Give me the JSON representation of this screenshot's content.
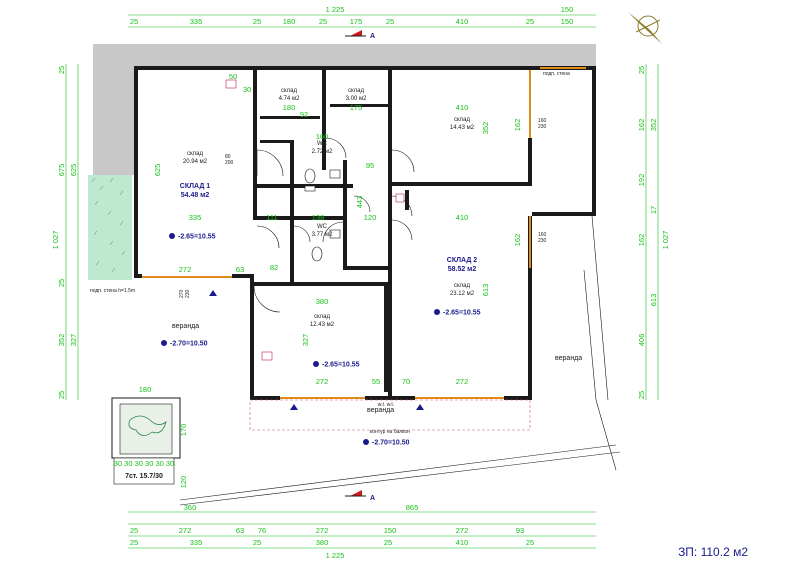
{
  "dims_top_total": "1 225",
  "dims_top_right": "150",
  "dims_top": [
    "25",
    "335",
    "25",
    "180",
    "25",
    "175",
    "25",
    "410",
    "25",
    "150"
  ],
  "dims_bottom_total": "1 225",
  "dims_bottom_865": "865",
  "dims_bottom_360": "360",
  "dims_bottom_1": [
    "25",
    "272",
    "63",
    "76",
    "272",
    "150",
    "272",
    "93"
  ],
  "dims_bottom_2": [
    "25",
    "335",
    "25",
    "380",
    "25",
    "410",
    "25"
  ],
  "dims_left_outer": [
    "25",
    "675",
    "25",
    "352",
    "25"
  ],
  "dims_left_inner": [
    "625",
    "1 027",
    "327"
  ],
  "dims_right_outer": [
    "25",
    "162",
    "352",
    "162",
    "1 027"
  ],
  "dims_right_inner": [
    "192",
    "17",
    "613",
    "406",
    "25"
  ],
  "section_mark": "A",
  "rooms": {
    "r1": {
      "name": "склад",
      "area": "20.94 м2"
    },
    "r2": {
      "name": "склад",
      "area": "4.74 м2"
    },
    "r3": {
      "name": "склад",
      "area": "3.00 м2"
    },
    "r4": {
      "name": "склад",
      "area": "14.43 м2"
    },
    "wc1": {
      "name": "WC",
      "area": "2.72 м2"
    },
    "wc2": {
      "name": "WC",
      "area": "3.77 м2"
    },
    "r5": {
      "name": "склад",
      "area": "23.12 м2"
    },
    "r6": {
      "name": "склад",
      "area": "12.43 м2"
    },
    "sklad1": {
      "name": "СКЛАД 1",
      "area": "54.48 м2"
    },
    "sklad2": {
      "name": "СКЛАД 2",
      "area": "58.52 м2"
    }
  },
  "elevations": {
    "e1": "-2.65=10.55",
    "e2": "-2.65=10.55",
    "e3": "-2.65=10.55",
    "e4": "-2.70=10.50",
    "e5": "-2.70=10.50"
  },
  "labels": {
    "podp_stena": "подп. стена",
    "podp_stena_h": "подп. стена h=1.5m",
    "veranda_left": "веранда",
    "veranda_bottom": "веранда",
    "veranda_right": "веранда",
    "balcony": "контур на балкон",
    "wt": "w.t.  w.t.",
    "stairs": "7ст. 15.7/30",
    "stairs_dims": "30 30 30 30 30 30",
    "stairs_w": "180",
    "stairs_h1": "170",
    "stairs_h2": "120"
  },
  "inner_dims": {
    "a335": "335",
    "a180": "180",
    "a175": "175",
    "a410": "410",
    "a410b": "410",
    "a272": "272",
    "a272b": "272",
    "a272c": "272",
    "a380": "380",
    "a63": "63",
    "a111": "111",
    "a138": "138",
    "a120": "120",
    "a95": "95",
    "a92": "92",
    "a160": "160",
    "a70": "70",
    "a55": "55",
    "a82": "82",
    "a50": "50",
    "a30": "30",
    "a443": "443"
  },
  "door_sizes": {
    "d1": "80",
    "d1h": "200",
    "d2": "160",
    "d2h": "230",
    "d3": "270",
    "d3h": "230"
  },
  "footer": "ЗП: 110.2 м2"
}
